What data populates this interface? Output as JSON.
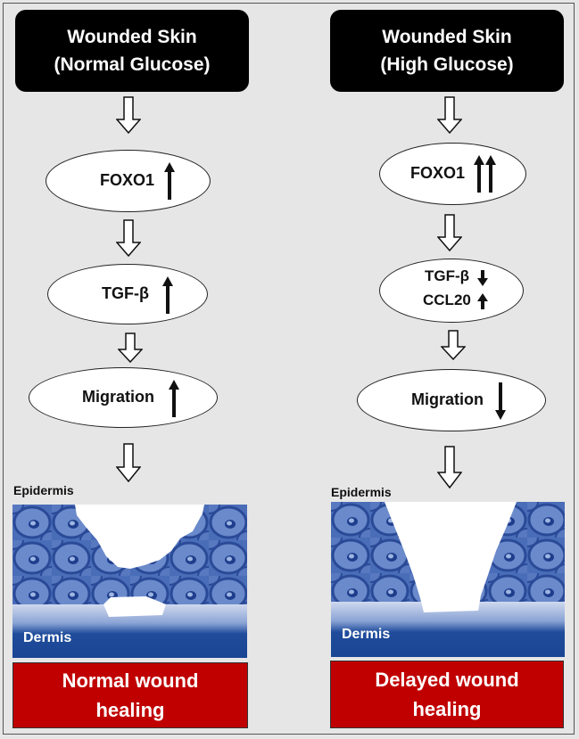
{
  "colors": {
    "background": "#e6e6e6",
    "header_bg": "#000000",
    "outcome_bg": "#c00000",
    "tissue_blue": "#2448a0",
    "dermis_blue": "#1f4c9b"
  },
  "left": {
    "header_line1": "Wounded Skin",
    "header_line2": "(Normal Glucose)",
    "foxo1": "FOXO1",
    "foxo1_arrows": "up",
    "tgf": "TGF-β",
    "tgf_arrow": "up",
    "migration": "Migration",
    "migration_arrow": "up",
    "epidermis": "Epidermis",
    "dermis": "Dermis",
    "outcome_line1": "Normal wound",
    "outcome_line2": "healing"
  },
  "right": {
    "header_line1": "Wounded Skin",
    "header_line2": "(High Glucose)",
    "foxo1": "FOXO1",
    "foxo1_arrows": "double-up",
    "tgf": "TGF-β",
    "tgf_arrow": "down",
    "ccl20": "CCL20",
    "ccl20_arrow": "up",
    "migration": "Migration",
    "migration_arrow": "down",
    "epidermis": "Epidermis",
    "dermis": "Dermis",
    "outcome_line1": "Delayed wound",
    "outcome_line2": "healing"
  }
}
